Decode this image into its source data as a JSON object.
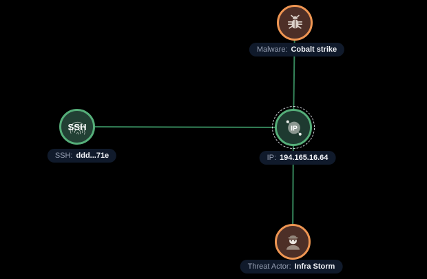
{
  "app": {
    "view": "threat-intelligence-graph",
    "background": "#000000"
  },
  "colors": {
    "edge": "#35855a",
    "ring_green": "#55ae79",
    "ring_orange": "#ee9552",
    "fill_green_ssh": "#224034",
    "fill_green_ip": "#1e3a30",
    "fill_brown": "#4d2f27",
    "label_bg": "#101a2b",
    "label_key": "#97a0b3",
    "label_value": "#f2f4f8",
    "selection_dash": "#d4d7dd"
  },
  "nodes": [
    {
      "id": "malware",
      "entity_type": "Malware",
      "icon": "bug-icon",
      "label_key": "Malware:",
      "label_value": "Cobalt strike",
      "selected": false
    },
    {
      "id": "ssh",
      "entity_type": "SSH",
      "icon": "fingerprint-icon",
      "icon_text": "SSH",
      "label_key": "SSH:",
      "label_value": "ddd...71e",
      "selected": false
    },
    {
      "id": "ip",
      "entity_type": "IP",
      "icon": "ip-address-icon",
      "icon_text": "IP",
      "label_key": "IP:",
      "label_value": "194.165.16.64",
      "selected": true
    },
    {
      "id": "threat_actor",
      "entity_type": "Threat Actor",
      "icon": "threat-actor-icon",
      "label_key": "Threat Actor:",
      "label_value": "Infra Storm",
      "selected": false
    }
  ],
  "edges": [
    {
      "from": "ssh",
      "to": "ip"
    },
    {
      "from": "malware",
      "to": "ip"
    },
    {
      "from": "ip",
      "to": "threat_actor"
    }
  ]
}
